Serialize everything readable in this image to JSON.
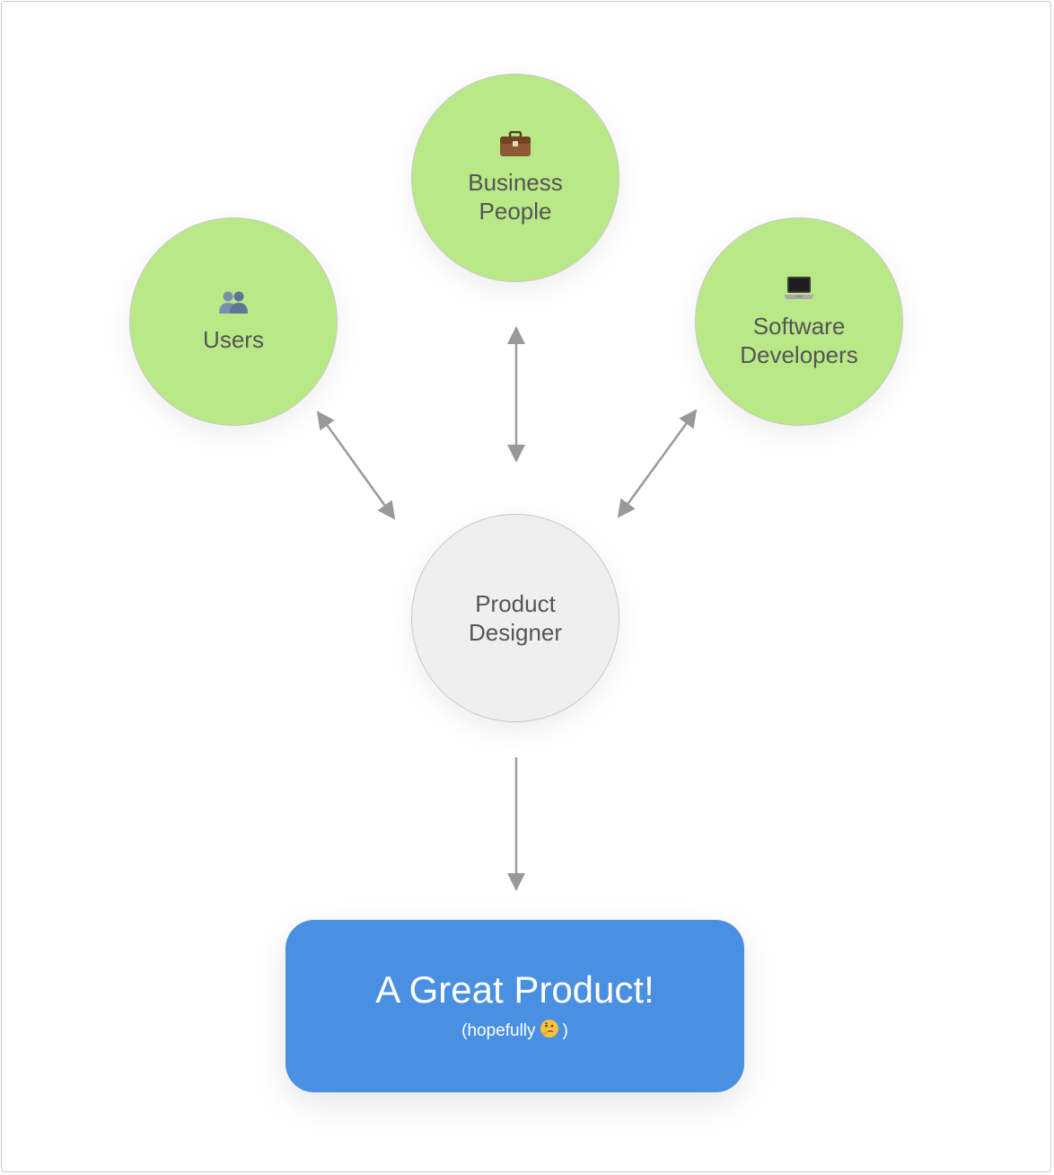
{
  "colors": {
    "stakeholder_fill": "#b9e887",
    "designer_fill": "#efefef",
    "product_fill": "#4a90e2",
    "arrow": "#999999",
    "text": "#555555"
  },
  "nodes": {
    "users": {
      "label": "Users",
      "icon": "users-icon"
    },
    "business": {
      "label": "Business\nPeople",
      "icon": "briefcase-icon"
    },
    "developers": {
      "label": "Software\nDevelopers",
      "icon": "laptop-icon"
    },
    "designer": {
      "label": "Product\nDesigner"
    }
  },
  "product": {
    "title": "A Great Product!",
    "subtitle_open": "(hopefully",
    "subtitle_close": ")",
    "subtitle_icon": "thinking-face-icon"
  }
}
